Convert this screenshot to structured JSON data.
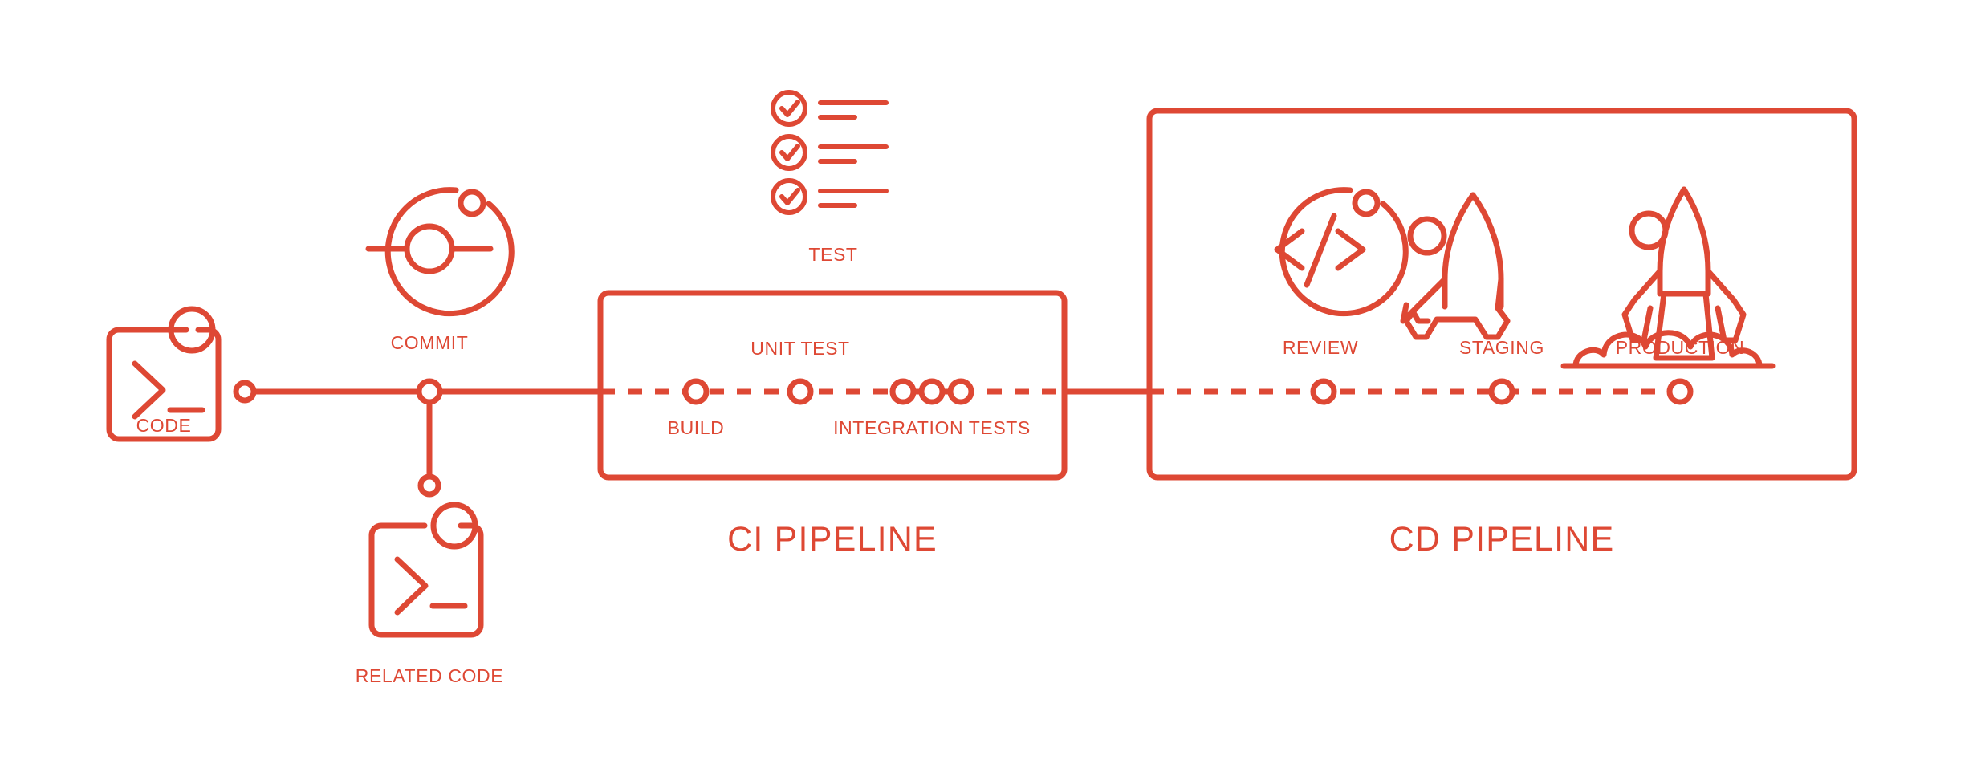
{
  "theme": {
    "accent": "#DE4834",
    "background": "#FFFFFF"
  },
  "diagram": {
    "type": "ci-cd-pipeline-flow",
    "stages": {
      "code": {
        "label": "CODE",
        "icon": "terminal-code-icon"
      },
      "commit": {
        "label": "COMMIT",
        "icon": "git-commit-icon"
      },
      "related_code": {
        "label": "RELATED CODE",
        "icon": "terminal-code-icon"
      },
      "test": {
        "label": "TEST",
        "icon": "checklist-icon"
      }
    },
    "ci_pipeline": {
      "title": "CI PIPELINE",
      "nodes": [
        {
          "label": "BUILD",
          "position": "below"
        },
        {
          "label": "UNIT TEST",
          "position": "above"
        },
        {
          "label": "INTEGRATION TESTS",
          "position": "below"
        }
      ]
    },
    "cd_pipeline": {
      "title": "CD PIPELINE",
      "nodes": [
        {
          "label": "REVIEW",
          "icon": "code-brackets-circle-icon"
        },
        {
          "label": "STAGING",
          "icon": "rocket-icon"
        },
        {
          "label": "PRODUCTION",
          "icon": "rocket-launch-icon"
        }
      ]
    }
  }
}
